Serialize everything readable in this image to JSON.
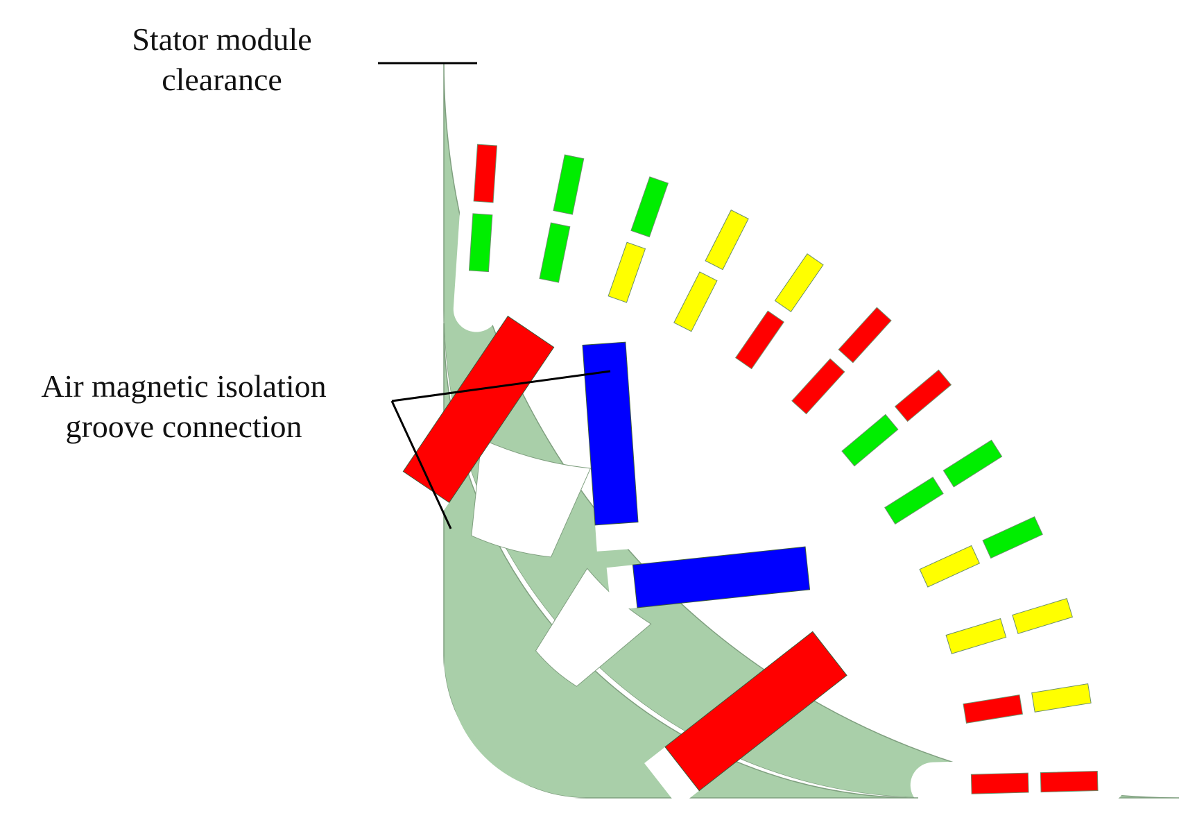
{
  "labels": {
    "stator_clearance": [
      "Stator module",
      "clearance"
    ],
    "air_isolation": [
      "Air magnetic isolation",
      "groove connection"
    ]
  },
  "colors": {
    "core": "#a9cfa9",
    "core_outline": "#7f9f7f",
    "background": "#ffffff",
    "red": "#ff0000",
    "green": "#00ee00",
    "yellow": "#ffff00",
    "blue": "#0000ff",
    "leader": "#000000"
  },
  "stator": {
    "modules": 5,
    "slots": [
      {
        "coils": [
          "red",
          "green"
        ]
      },
      {
        "coils": [
          "green",
          "green"
        ]
      },
      {
        "coils": [
          "green",
          "yellow"
        ]
      },
      {
        "coils": [
          "yellow",
          "yellow"
        ]
      },
      {
        "coils": [
          "yellow",
          "red"
        ]
      },
      {
        "coils": [
          "red",
          "red"
        ]
      },
      {
        "coils": [
          "red",
          "green"
        ]
      },
      {
        "coils": [
          "green",
          "green"
        ]
      },
      {
        "coils": [
          "green",
          "yellow"
        ]
      },
      {
        "coils": [
          "yellow",
          "yellow"
        ]
      },
      {
        "coils": [
          "yellow",
          "red"
        ]
      },
      {
        "coils": [
          "red",
          "red"
        ]
      }
    ]
  },
  "rotor": {
    "magnets": [
      "red",
      "blue",
      "blue",
      "red"
    ]
  }
}
